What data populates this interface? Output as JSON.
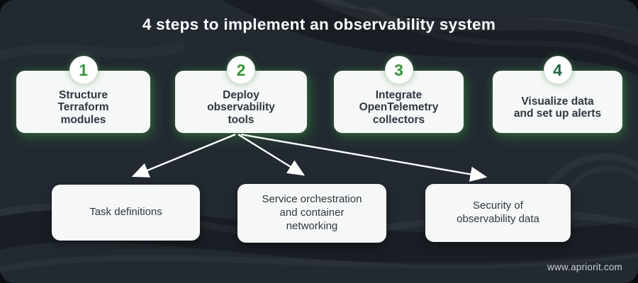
{
  "title": "4 steps to implement an observability system",
  "steps": [
    {
      "number": "1",
      "label": "Structure\nTerraform\nmodules"
    },
    {
      "number": "2",
      "label": "Deploy\nobservability\ntools"
    },
    {
      "number": "3",
      "label": "Integrate\nOpenTelemetry\ncollectors"
    },
    {
      "number": "4",
      "label": "Visualize data\nand set up alerts"
    }
  ],
  "sub_items": [
    {
      "label": "Task definitions"
    },
    {
      "label": "Service orchestration\nand container\nnetworking"
    },
    {
      "label": "Security of\nobservability data"
    }
  ],
  "footer": {
    "website": "www.apriorit.com"
  },
  "colors": {
    "accent_green": "#2f9a30",
    "step4_green": "#1d6b3d",
    "panel_bg": "#222931",
    "outer_bg": "#0a0d10",
    "card_bg": "#f6f7f7",
    "card_text": "#2e3740",
    "title_text": "#ffffff",
    "arrow": "#ffffff"
  }
}
